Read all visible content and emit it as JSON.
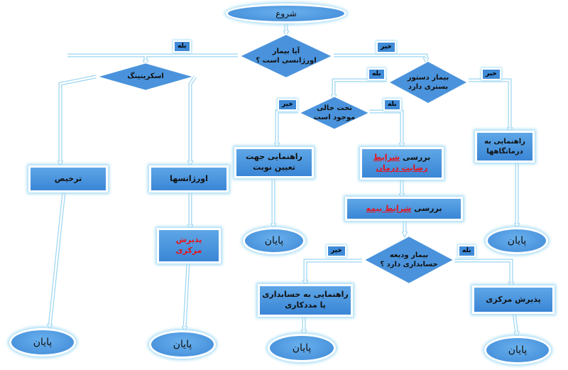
{
  "colors": {
    "fill": "#3e89d8",
    "glow": "#a6dcf5",
    "highlight": "#e8121a"
  },
  "start": "شروع",
  "end": "پایان",
  "yes": "بله",
  "no": "خیر",
  "d_emergency": [
    "آیا بیمار",
    "اورژانسی است ؟"
  ],
  "d_screening": "اسکرینینگ",
  "d_admission_order": [
    "بیمار دستور",
    "بستری دارد"
  ],
  "d_bed": [
    "تخت خالی",
    "موجود است"
  ],
  "d_deposit": [
    "بیمار ودیعه",
    "حسابداری دارد ؟"
  ],
  "discharge": "ترخیص",
  "emergencies": "اورژانسها",
  "central_admission_red": [
    "پذیرش",
    "مرکزی"
  ],
  "appointment": [
    "راهنمایی جهت",
    "تعیین نوبت"
  ],
  "consent": {
    "pre": "بررسی",
    "red1": "شرایط",
    "red2": "رضایت درمان"
  },
  "clinics": [
    "راهنمایی به",
    "درمانگاهها"
  ],
  "insurance": {
    "pre": "بررسی",
    "red": "شرایط بیمه"
  },
  "accounting": [
    "راهنمایی به حسابداری",
    "یا مددکاری"
  ],
  "central_admission": "پذیرش مرکزی"
}
